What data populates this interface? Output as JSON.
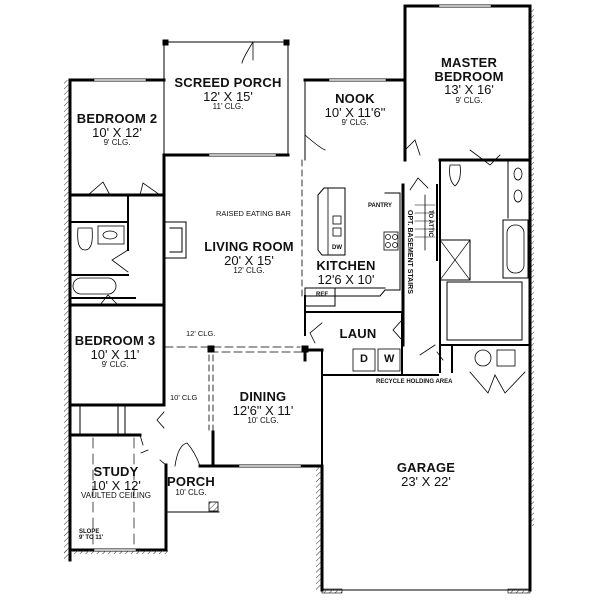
{
  "plan": {
    "type": "single-story floor plan",
    "rooms": {
      "screed_porch": {
        "name": "SCREED PORCH",
        "size": "12' X 15'",
        "ceiling": "11' CLG."
      },
      "bedroom2": {
        "name": "BEDROOM 2",
        "size": "10' X 12'",
        "ceiling": "9' CLG."
      },
      "nook": {
        "name": "NOOK",
        "size": "10' X 11'6\"",
        "ceiling": "9' CLG."
      },
      "master": {
        "name_line1": "MASTER",
        "name_line2": "BEDROOM",
        "size": "13' X 16'",
        "ceiling": "9' CLG."
      },
      "living": {
        "name": "LIVING ROOM",
        "size": "20' X 15'",
        "ceiling": "12' CLG."
      },
      "kitchen": {
        "name": "KITCHEN",
        "size": "12'6 X 10'"
      },
      "bedroom3": {
        "name": "BEDROOM 3",
        "size": "10' X 11'",
        "ceiling": "9' CLG."
      },
      "laun": {
        "name": "LAUN"
      },
      "dining": {
        "name": "DINING",
        "size": "12'6\" X 11'",
        "ceiling": "10' CLG."
      },
      "garage": {
        "name": "GARAGE",
        "size": "23' X 22'"
      },
      "study": {
        "name": "STUDY",
        "size": "10' X 12'",
        "ceiling": "VAULTED CEILING"
      },
      "porch": {
        "name": "PORCH",
        "ceiling": "10' CLG."
      }
    },
    "annotations": {
      "raised_eating_bar": "RAISED EATING BAR",
      "pantry": "PANTRY",
      "to_attic": "TO ATTIC",
      "basement_stairs": "OPT. BASEMENT STAIRS",
      "recycle": "RECYCLE HOLDING AREA",
      "hall_ceiling_12": "12' CLG.",
      "hall_ceiling_10": "10' CLG",
      "slope_line1": "SLOPE",
      "slope_line2": "9' TO 11'"
    },
    "appliances": {
      "dw": "DW",
      "ref": "REF",
      "dryer": "D",
      "washer": "W"
    },
    "colors": {
      "wall": "#000000",
      "background": "#ffffff",
      "hatch": "#333333"
    }
  }
}
